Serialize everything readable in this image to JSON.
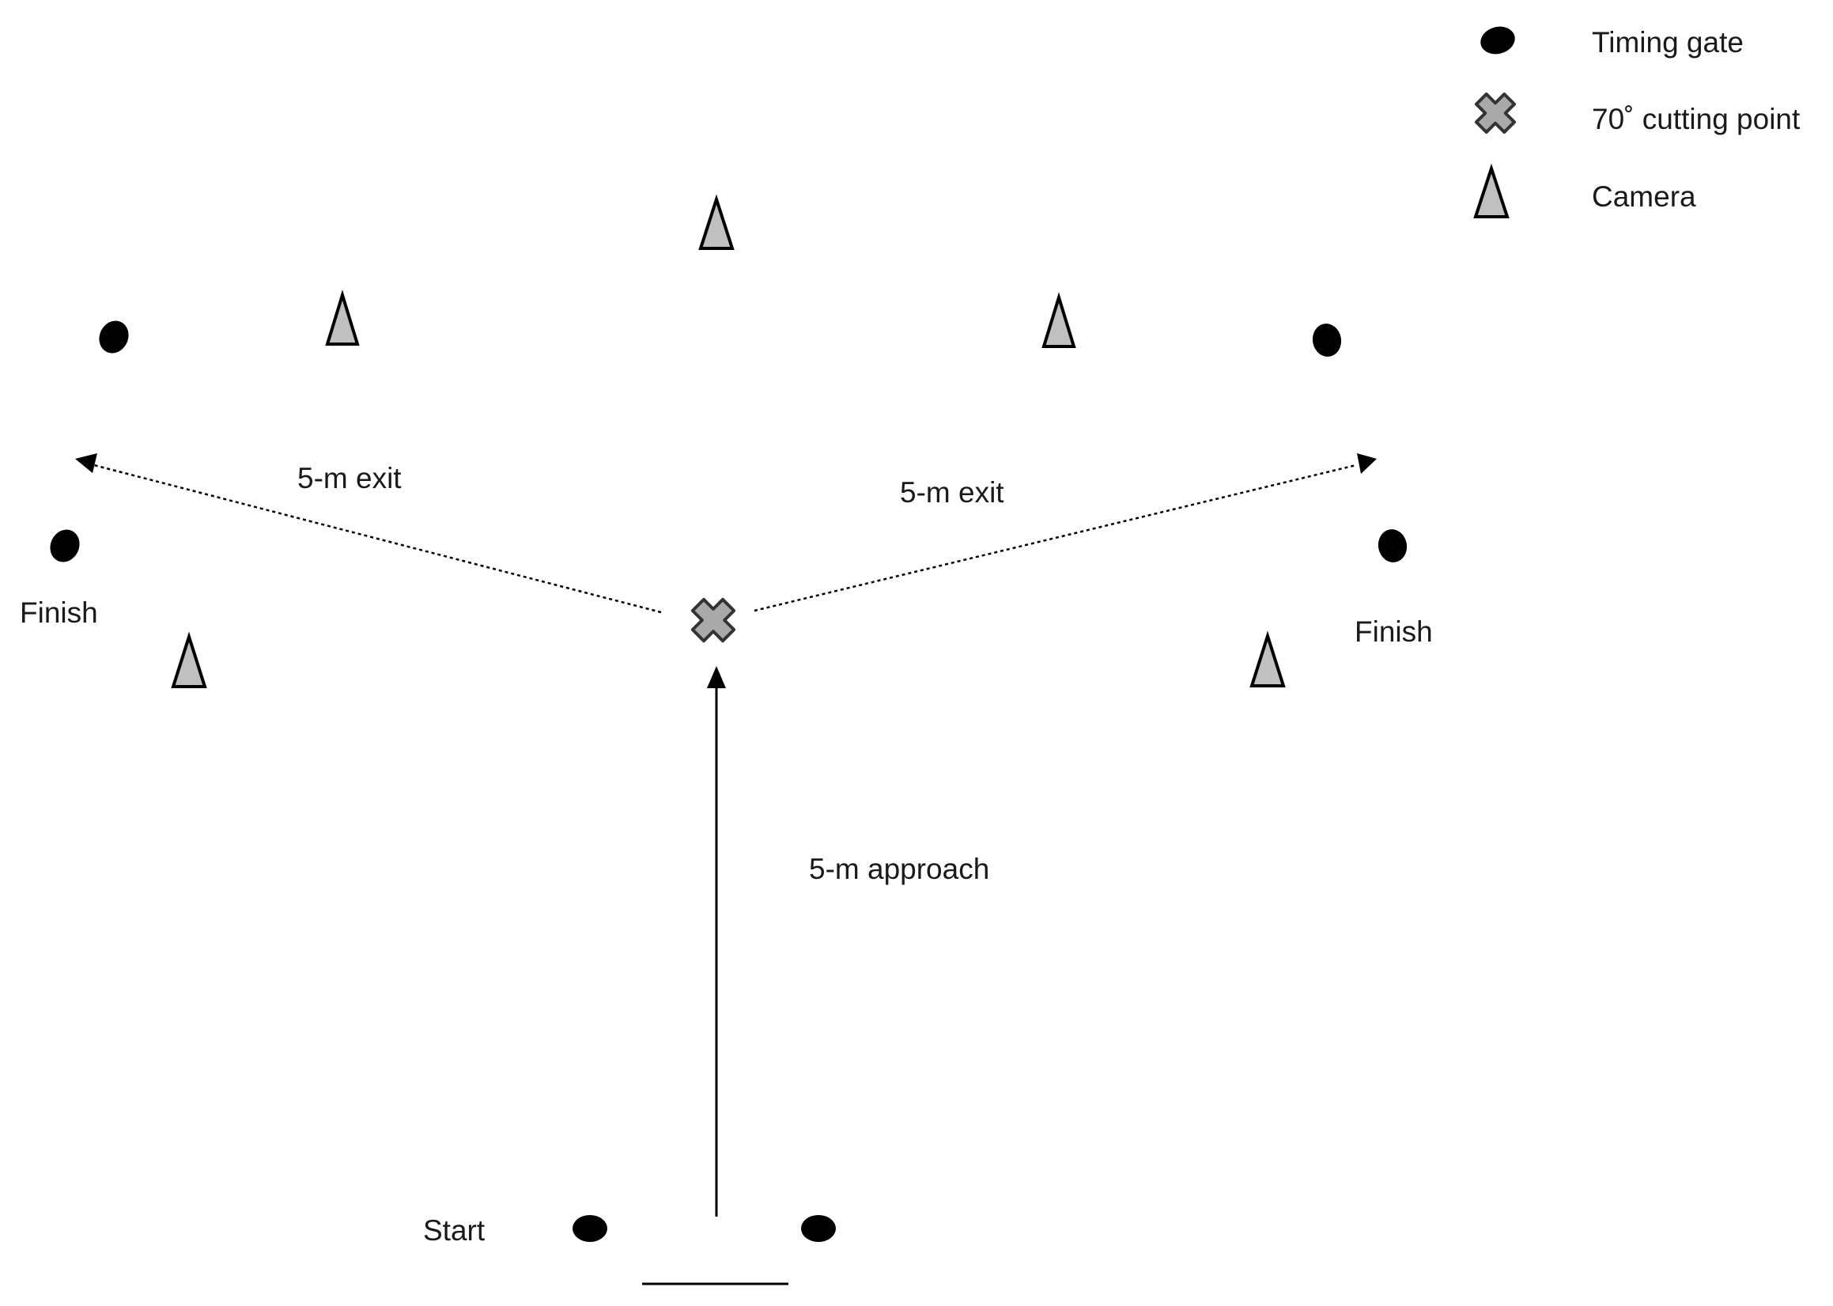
{
  "legend": {
    "timing_gate": "Timing gate",
    "cutting_point": "70˚ cutting point",
    "camera": "Camera"
  },
  "labels": {
    "exit_left": "5-m exit",
    "exit_right": "5-m exit",
    "approach": "5-m approach",
    "finish_left": "Finish",
    "finish_right": "Finish",
    "start": "Start"
  },
  "icons": {
    "timing_gate": "filled-ellipse",
    "cutting_point": "cross-x",
    "camera": "triangle"
  },
  "colors": {
    "marker_fill": "#c0c0c0",
    "gate_fill": "#000000",
    "line": "#000000"
  }
}
